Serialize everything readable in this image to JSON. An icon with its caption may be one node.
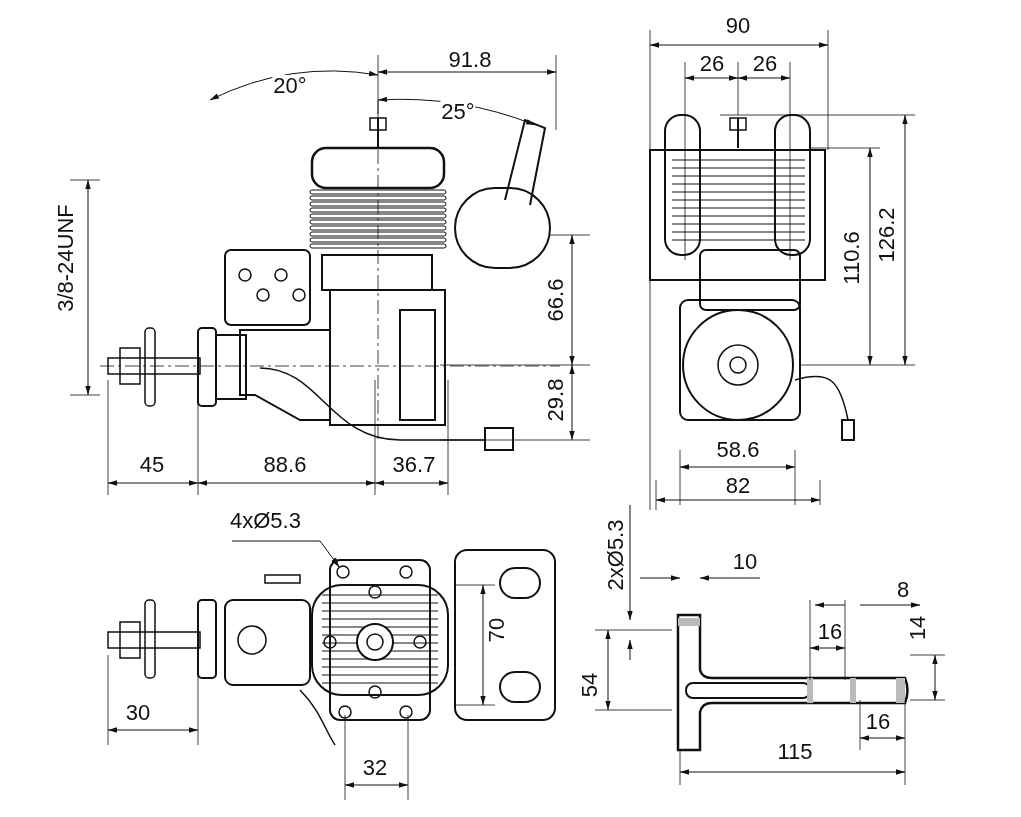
{
  "diagram": {
    "nodes": [
      {
        "text": [
          "4xØ5.3"
        ]
      },
      {
        "text": [],
        "shape": "circle"
      }
    ],
    "edges": [
      {
        "from": 0,
        "to": 1,
        "arrow": "to"
      }
    ],
    "labels": [
      "90",
      "20°",
      "91.8",
      "26",
      "26",
      "25°",
      "3/8-24UNF",
      "126.2",
      "110.6",
      "66.6",
      "29.8",
      "58.6",
      "45",
      "88.6",
      "36.7",
      "82",
      "2xØ5.3",
      "10",
      "8",
      "70",
      "16",
      "14",
      "54",
      "16",
      "30",
      "115",
      "32"
    ]
  }
}
